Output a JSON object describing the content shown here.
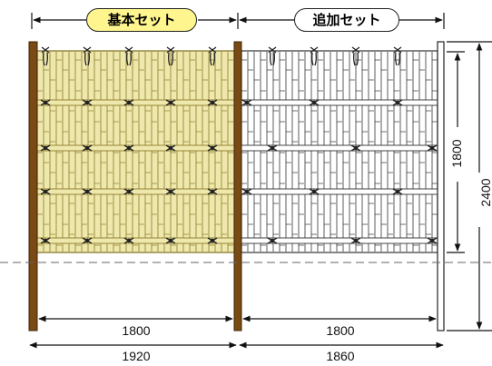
{
  "sets": {
    "basic": {
      "label": "基本セット",
      "fill": "#f6ef9a"
    },
    "additional": {
      "label": "追加セット",
      "fill": "#ffffff"
    }
  },
  "dimensions": {
    "panel_width_basic": "1800",
    "panel_width_additional": "1800",
    "total_width_basic": "1920",
    "total_width_additional": "1860",
    "panel_height": "1800",
    "post_height": "2400"
  },
  "colors": {
    "post_brown": "#7a4a14",
    "basic_bamboo": "#ede6a6",
    "basic_line": "#8a7a2a",
    "additional_line": "#333333"
  }
}
